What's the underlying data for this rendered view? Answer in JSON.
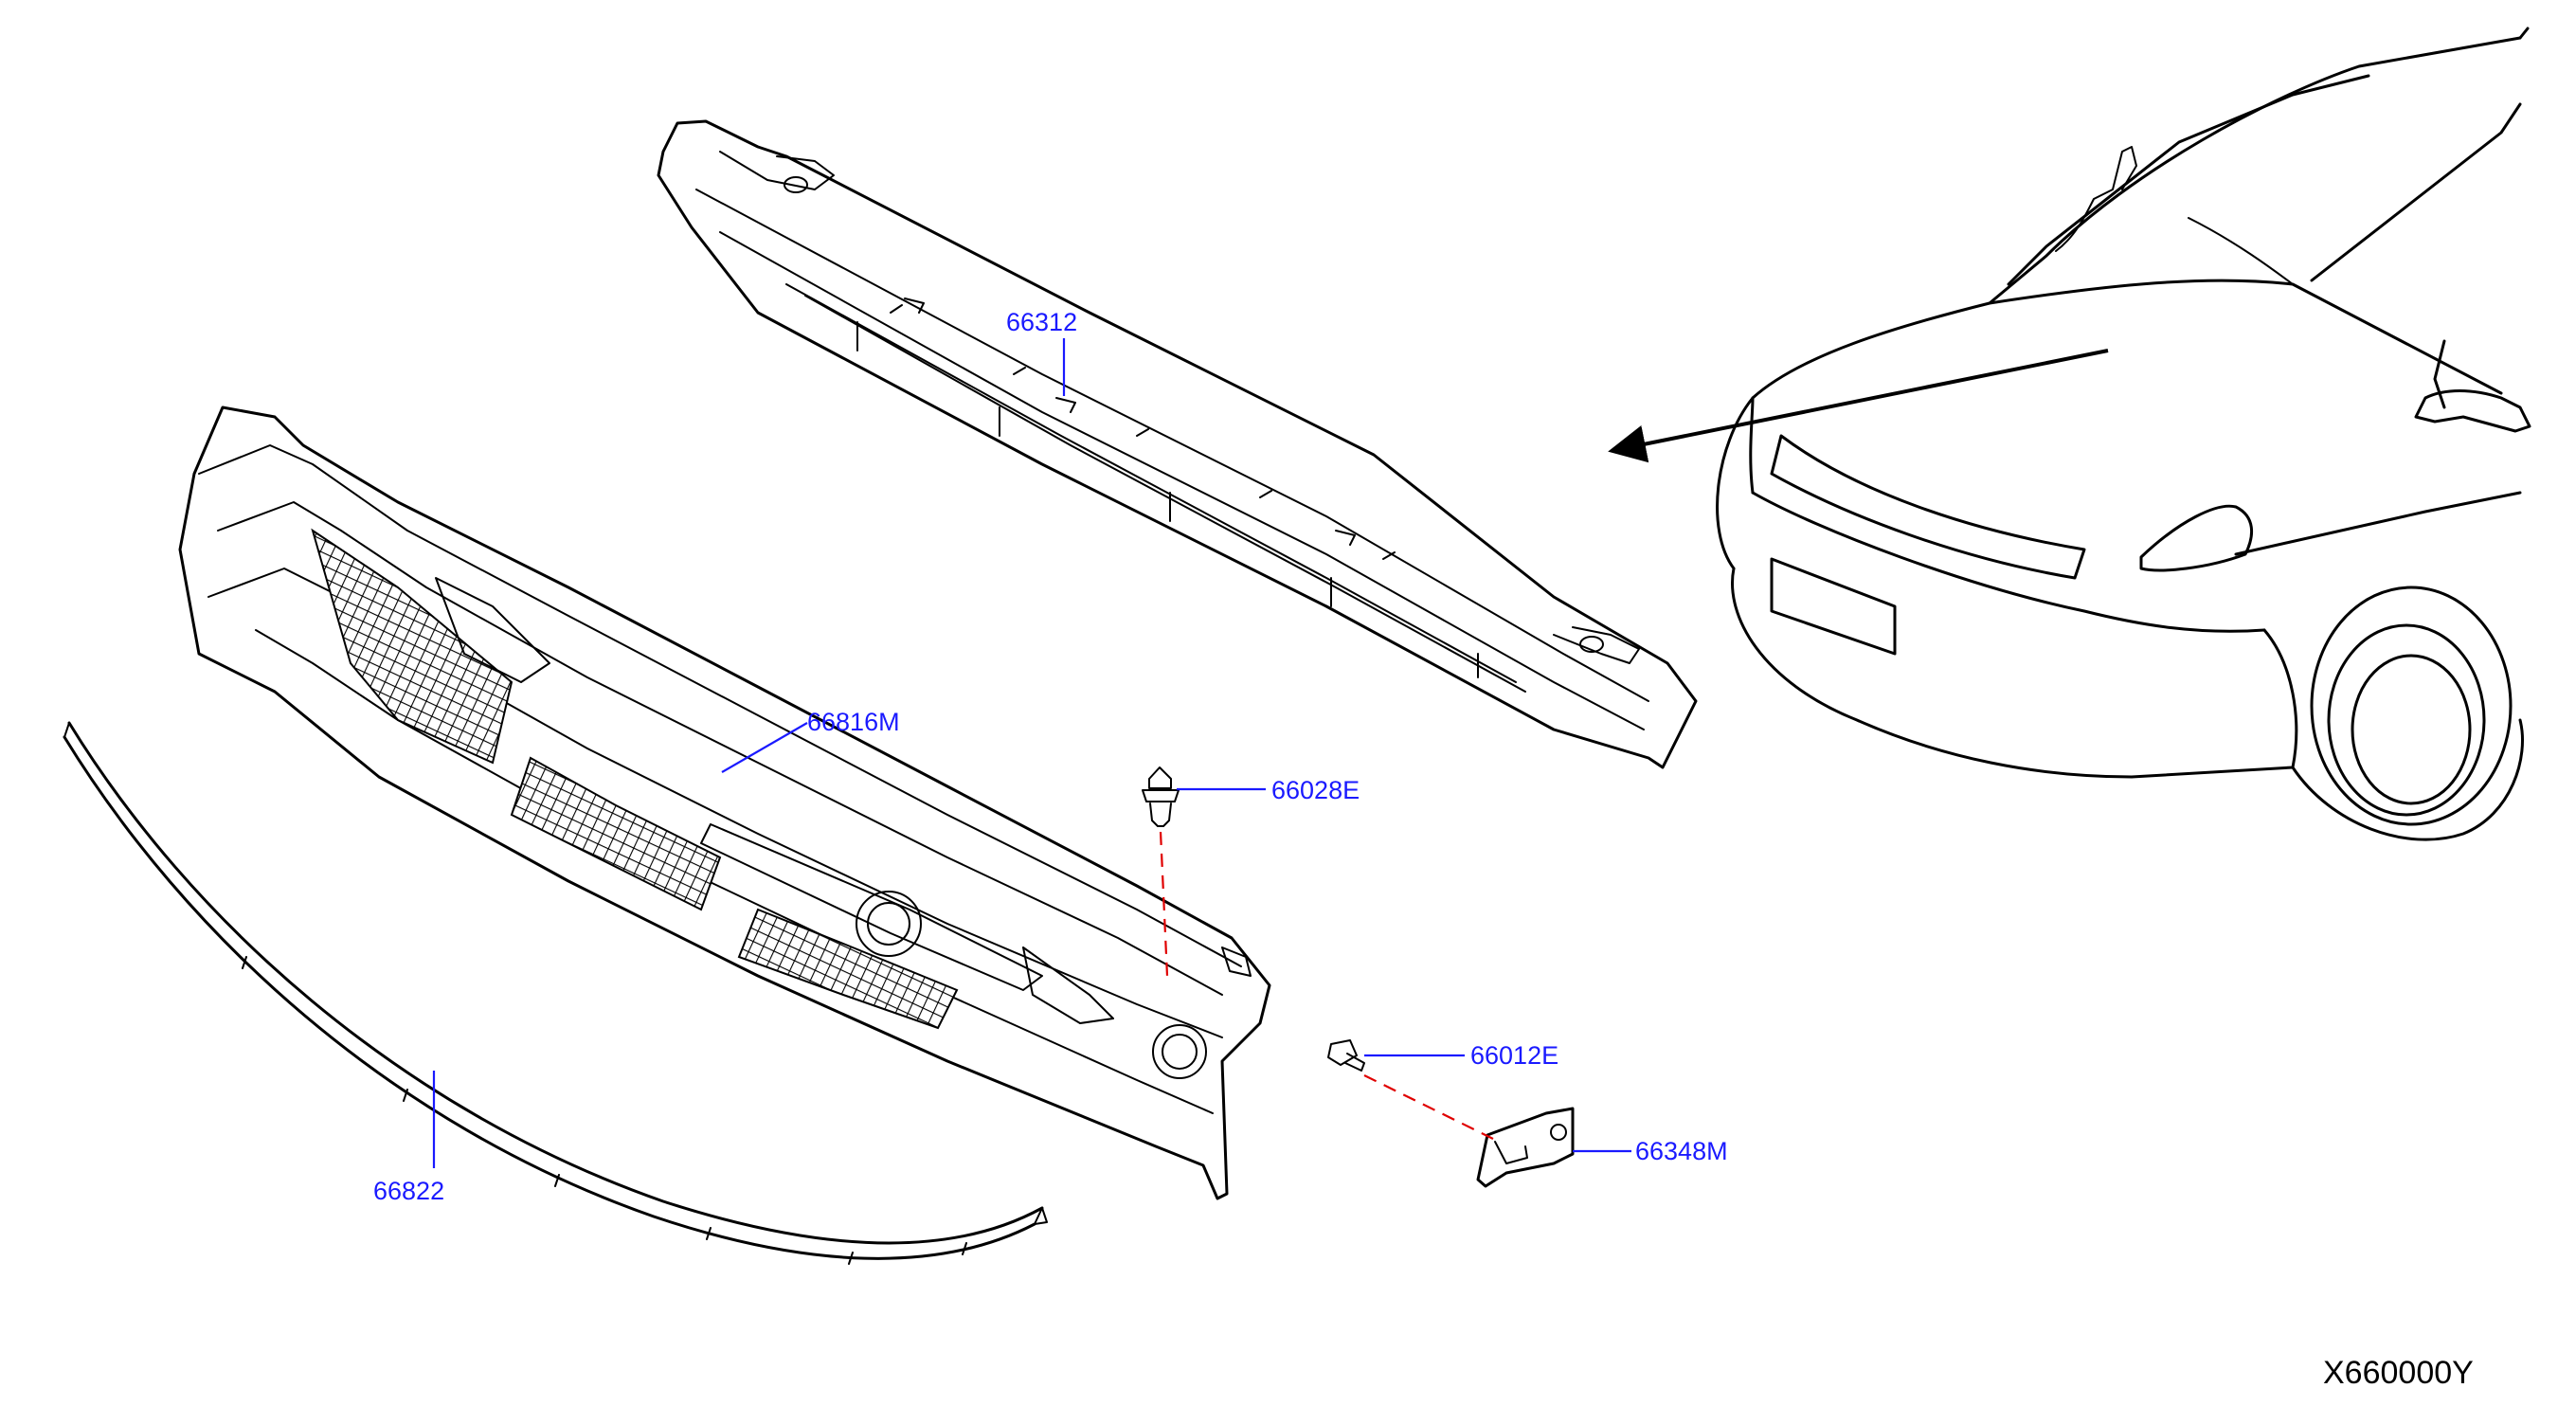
{
  "diagram_code": "X660000Y",
  "parts": {
    "cowl_panel": "66312",
    "cowl_top_grille": "66816M",
    "seal": "66822",
    "clip": "66028E",
    "bolt": "66012E",
    "bracket": "66348M"
  },
  "colors": {
    "label": "#1a1aff",
    "leader": "#1a1aff",
    "dashed_guide": "#e00000",
    "line_art": "#000000"
  }
}
